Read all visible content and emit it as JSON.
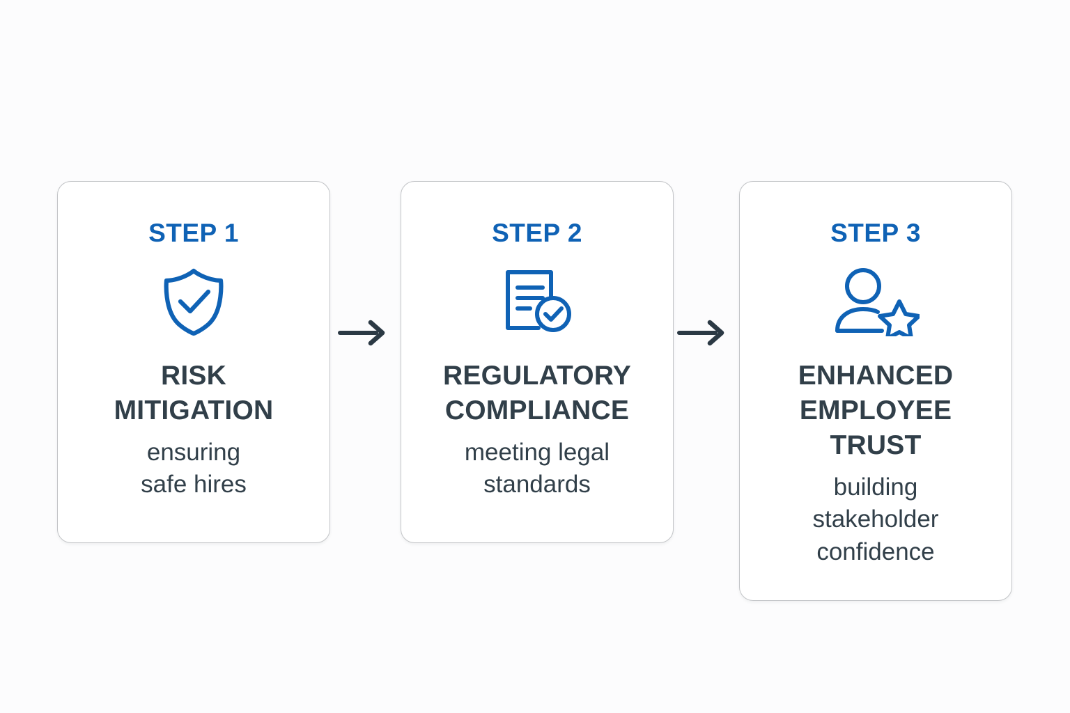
{
  "canvas": {
    "background_color": "#fcfcfd",
    "accent_color": "#0f62b5",
    "text_color": "#313f49",
    "card_border_color": "#c2c4c7"
  },
  "diagram": {
    "type": "process-flow",
    "orientation": "horizontal",
    "step_count": 3,
    "steps": [
      {
        "step_label": "STEP 1",
        "icon": "shield-check-icon",
        "title": "RISK\nMITIGATION",
        "title_line_1": "RISK",
        "title_line_2": "MITIGATION",
        "subtitle": "ensuring\nsafe hires",
        "subtitle_line_1": "ensuring",
        "subtitle_line_2": "safe hires"
      },
      {
        "step_label": "STEP 2",
        "icon": "document-check-icon",
        "title": "REGULATORY\nCOMPLIANCE",
        "title_line_1": "REGULATORY",
        "title_line_2": "COMPLIANCE",
        "subtitle": "meeting legal\nstandards",
        "subtitle_line_1": "meeting legal",
        "subtitle_line_2": "standards"
      },
      {
        "step_label": "STEP 3",
        "icon": "person-star-icon",
        "title": "ENHANCED\nEMPLOYEE\nTRUST",
        "title_line_1": "ENHANCED",
        "title_line_2": "EMPLOYEE",
        "title_line_3": "TRUST",
        "subtitle": "building\nstakeholder\nconfidence",
        "subtitle_line_1": "building",
        "subtitle_line_2": "stakeholder",
        "subtitle_line_3": "confidence"
      }
    ],
    "connectors": [
      {
        "icon": "arrow-right-icon",
        "from": "STEP 1",
        "to": "STEP 2"
      },
      {
        "icon": "arrow-right-icon",
        "from": "STEP 2",
        "to": "STEP 3"
      }
    ]
  }
}
